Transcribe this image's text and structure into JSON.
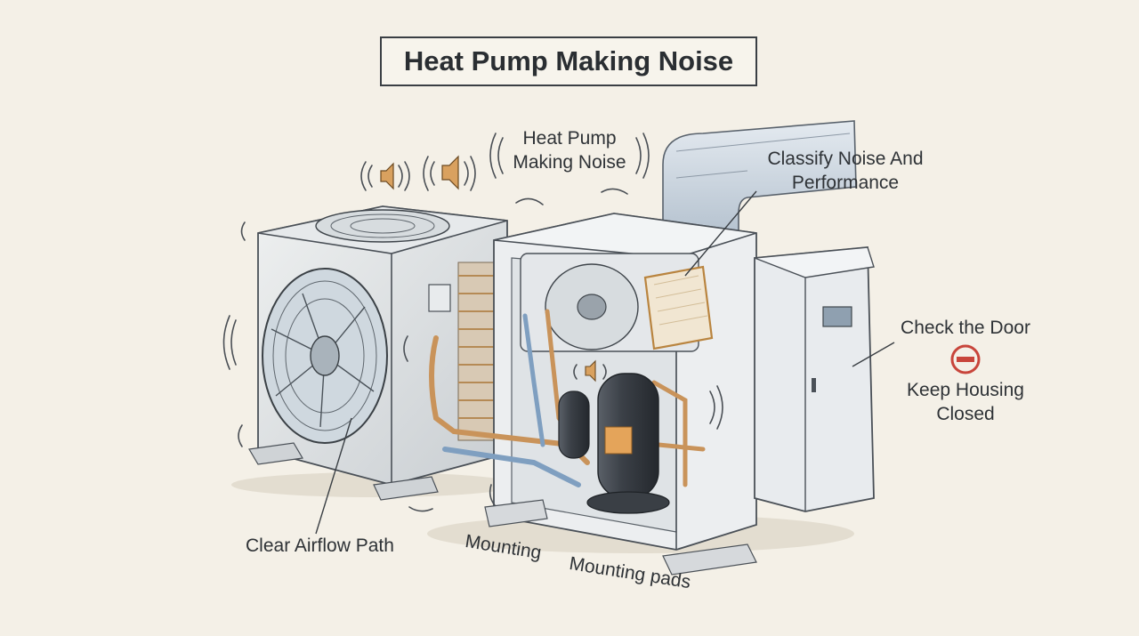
{
  "title": "Heat Pump Making Noise",
  "labels": {
    "noise": [
      "Heat Pump",
      "Making Noise"
    ],
    "classify": [
      "Classify Noise And",
      "Performance"
    ],
    "door": "Check the Door",
    "housing": [
      "Keep Housing",
      "Closed"
    ],
    "airflow": "Clear Airflow Path",
    "mounting": "Mounting",
    "mounting_pads": "Mounting pads"
  },
  "icons": [
    "speaker-icon",
    "sound-wave-icon",
    "no-entry-icon",
    "fan-icon",
    "compressor-icon",
    "filter-icon",
    "duct-icon"
  ],
  "colors": {
    "background": "#f4f0e7",
    "stroke": "#3a3f44",
    "copper": "#c9935a",
    "blue_pipe": "#7f9fc0",
    "no_entry": "#c8453b",
    "speaker": "#d9a15f"
  }
}
